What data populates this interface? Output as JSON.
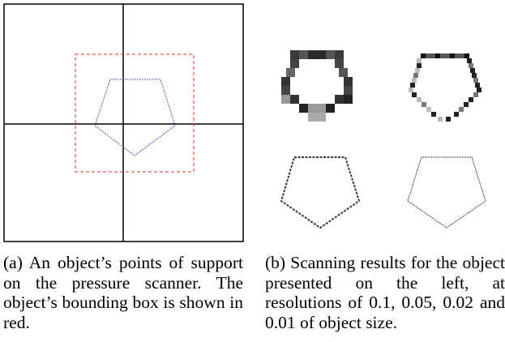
{
  "figure": {
    "subfigure_a": {
      "caption": "(a) An object’s points of support on the pressure scanner. The object’s bounding box is shown in red.",
      "colors": {
        "frame": "#000000",
        "bounding_box": "#e0301e",
        "object_outline": "#2b2baa"
      }
    },
    "subfigure_b": {
      "caption": "(b) Scanning results for the object presented on the left, at resolutions of 0.1, 0.05, 0.02 and 0.01 of object size.",
      "panels": [
        {
          "resolution": 0.1
        },
        {
          "resolution": 0.05
        },
        {
          "resolution": 0.02
        },
        {
          "resolution": 0.01
        }
      ]
    }
  }
}
